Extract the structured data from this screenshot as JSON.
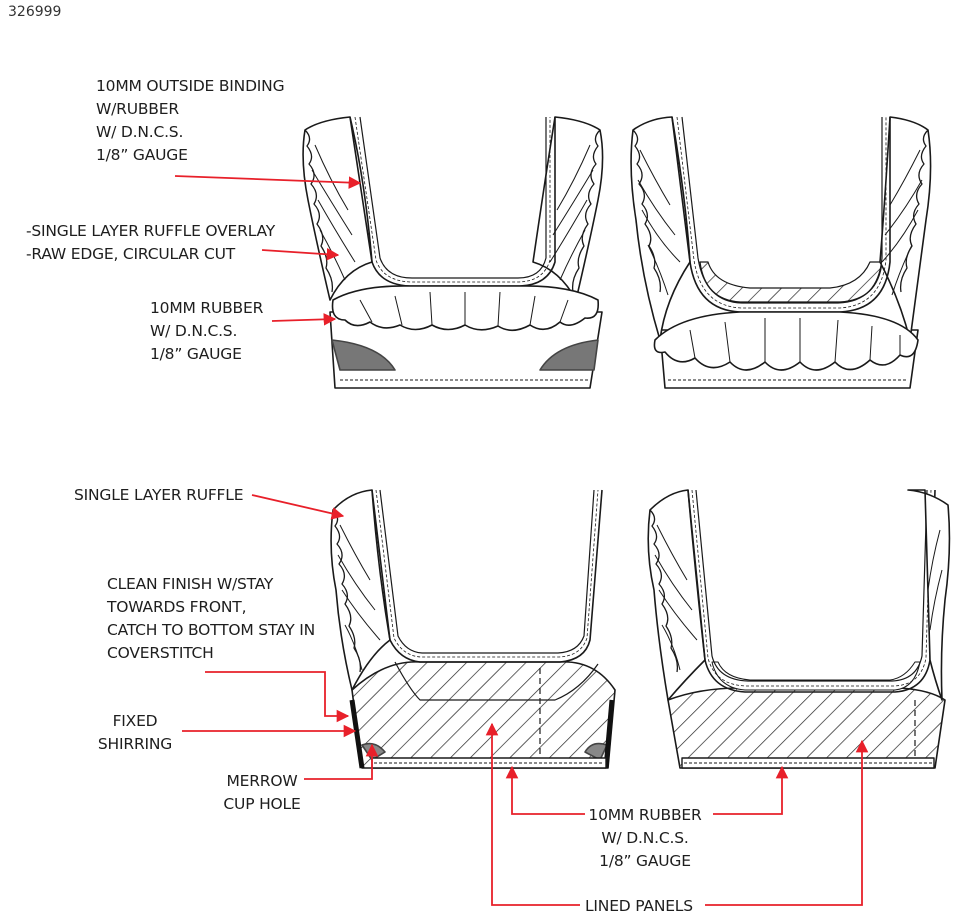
{
  "style_code": "326999",
  "labels": {
    "outside_binding": [
      "10MM OUTSIDE BINDING",
      "W/RUBBER",
      "W/ D.N.C.S.",
      "1/8” GAUGE"
    ],
    "ruffle_overlay": [
      "-SINGLE LAYER RUFFLE OVERLAY",
      "-RAW EDGE, CIRCULAR CUT"
    ],
    "rubber_top": [
      "10MM RUBBER",
      "W/ D.N.C.S.",
      "1/8” GAUGE"
    ],
    "single_ruffle": [
      "SINGLE LAYER RUFFLE"
    ],
    "clean_finish": [
      "CLEAN FINISH W/STAY",
      "TOWARDS FRONT,",
      "CATCH TO BOTTOM STAY IN",
      "COVERSTITCH"
    ],
    "fixed_shirring": [
      "FIXED",
      "SHIRRING"
    ],
    "merrow": [
      "MERROW",
      "CUP HOLE"
    ],
    "rubber_bottom": [
      "10MM RUBBER",
      "W/ D.N.C.S.",
      "1/8” GAUGE"
    ],
    "lined_panels": [
      "LINED PANELS"
    ]
  },
  "colors": {
    "arrow": "#e8202a",
    "line": "#1a1a1a",
    "shade": "#6d6d6d"
  }
}
